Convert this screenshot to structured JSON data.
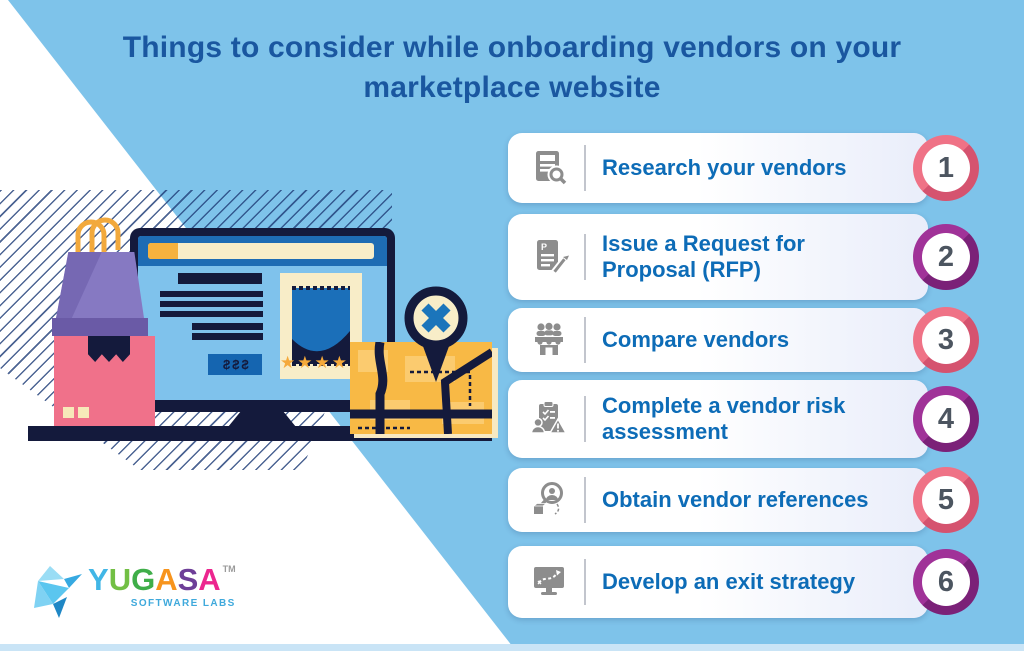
{
  "title": "Things to consider while onboarding vendors on your marketplace website",
  "steps": [
    {
      "number": "1",
      "label": "Research your vendors",
      "icon": "file-search-icon",
      "accent": "pink"
    },
    {
      "number": "2",
      "label": "Issue a Request for Proposal (RFP)",
      "icon": "file-edit-icon",
      "accent": "purple"
    },
    {
      "number": "3",
      "label": "Compare vendors",
      "icon": "storefront-people-icon",
      "accent": "pink"
    },
    {
      "number": "4",
      "label": "Complete a vendor risk assessment",
      "icon": "clipboard-risk-icon",
      "accent": "purple"
    },
    {
      "number": "5",
      "label": "Obtain vendor references",
      "icon": "search-person-box-icon",
      "accent": "pink"
    },
    {
      "number": "6",
      "label": "Develop an exit strategy",
      "icon": "monitor-strategy-icon",
      "accent": "purple"
    }
  ],
  "illustration": {
    "price_tag": "$$$",
    "rating_stars": "★★★★",
    "icons": [
      "shopping-bag-icon",
      "delivery-box-icon",
      "desktop-monitor-icon",
      "map-icon",
      "map-pin-x-icon"
    ]
  },
  "brand": {
    "letters": [
      {
        "ch": "Y"
      },
      {
        "ch": "U"
      },
      {
        "ch": "G"
      },
      {
        "ch": "A"
      },
      {
        "ch": "S"
      },
      {
        "ch": "A"
      }
    ],
    "trademark": "TM",
    "tagline": "SOFTWARE LABS"
  },
  "colors": {
    "background_blue": "#7EC3EA",
    "title_blue": "#1A57A0",
    "step_text_blue": "#0D6CB7",
    "accent_pink": "#F15D7C",
    "accent_purple": "#8F2690",
    "number_gray": "#4C5560",
    "icon_gray": "#8D8D8D",
    "navy": "#141A3C",
    "orange": "#F6B23E",
    "cream": "#F8EDC8",
    "pink_box": "#F0718A",
    "purple_bag": "#8679C2",
    "map_orange": "#F8B945",
    "star_orange": "#F5A93B",
    "pin_x_blue": "#1B75BB",
    "brand_tagline_blue": "#3FA9DC"
  }
}
